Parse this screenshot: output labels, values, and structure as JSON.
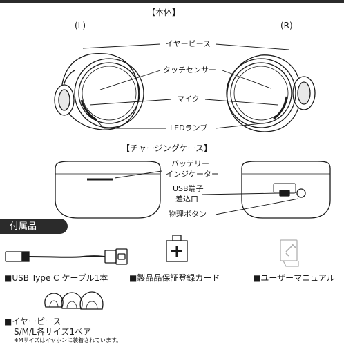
{
  "main_unit": {
    "heading": "【本体】",
    "left_label": "(L)",
    "right_label": "(R)",
    "callouts": {
      "earpiece": "イヤーピース",
      "touch_sensor": "タッチセンサー",
      "mic": "マイク",
      "led": "LEDランプ"
    }
  },
  "charging_case": {
    "heading": "【チャージングケース】",
    "battery_indicator_line1": "バッテリー",
    "battery_indicator_line2": "インジケーター",
    "usb_port_line1": "USB端子",
    "usb_port_line2": "差込口",
    "physical_button": "物理ボタン"
  },
  "accessories": {
    "section_title": "付属品",
    "cable_label": "■USB Type C ケーブル1本",
    "card_label": "■製品品保証登録カード",
    "manual_label": "■ユーザーマニュアル",
    "earpiece_title": "■イヤーピース",
    "earpiece_sizes": "S/M/L各サイズ1ペア",
    "earpiece_note": "※Mサイズはイヤホンに装着されています。"
  },
  "colors": {
    "ink": "#1a1a1a",
    "tab": "#2b2b2b",
    "manual_gray": "#b0b0b0"
  }
}
